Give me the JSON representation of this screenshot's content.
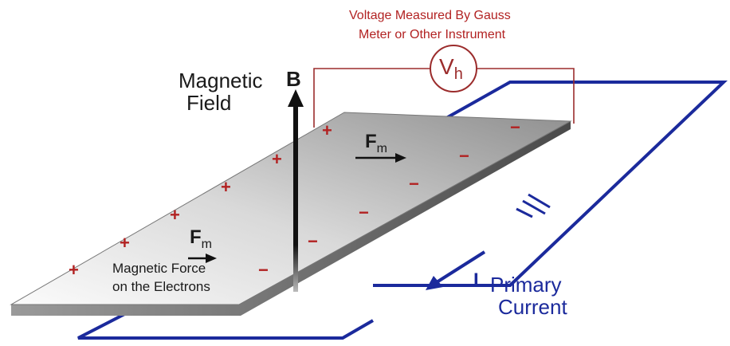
{
  "voltage_label_line1": "Voltage Measured By Gauss",
  "voltage_label_line2": "Meter or Other Instrument",
  "meter_symbol": "V",
  "meter_subscript": "h",
  "field_label_line1": "Magnetic",
  "field_label_line2": "Field",
  "field_symbol": "B",
  "force_symbol": "F",
  "force_subscript": "m",
  "force_note_line1": "Magnetic Force",
  "force_note_line2": "on the Electrons",
  "current_symbol": "I",
  "current_label_line1": "Primary",
  "current_label_line2": "Current",
  "plus_sign": "+",
  "minus_sign": "−",
  "colors": {
    "meter_wire": "#9b2c2c",
    "charge": "#b22222",
    "circuit": "#1b2a9c",
    "plate_light": "#f6f6f6",
    "plate_dark": "#8a8a8a"
  }
}
